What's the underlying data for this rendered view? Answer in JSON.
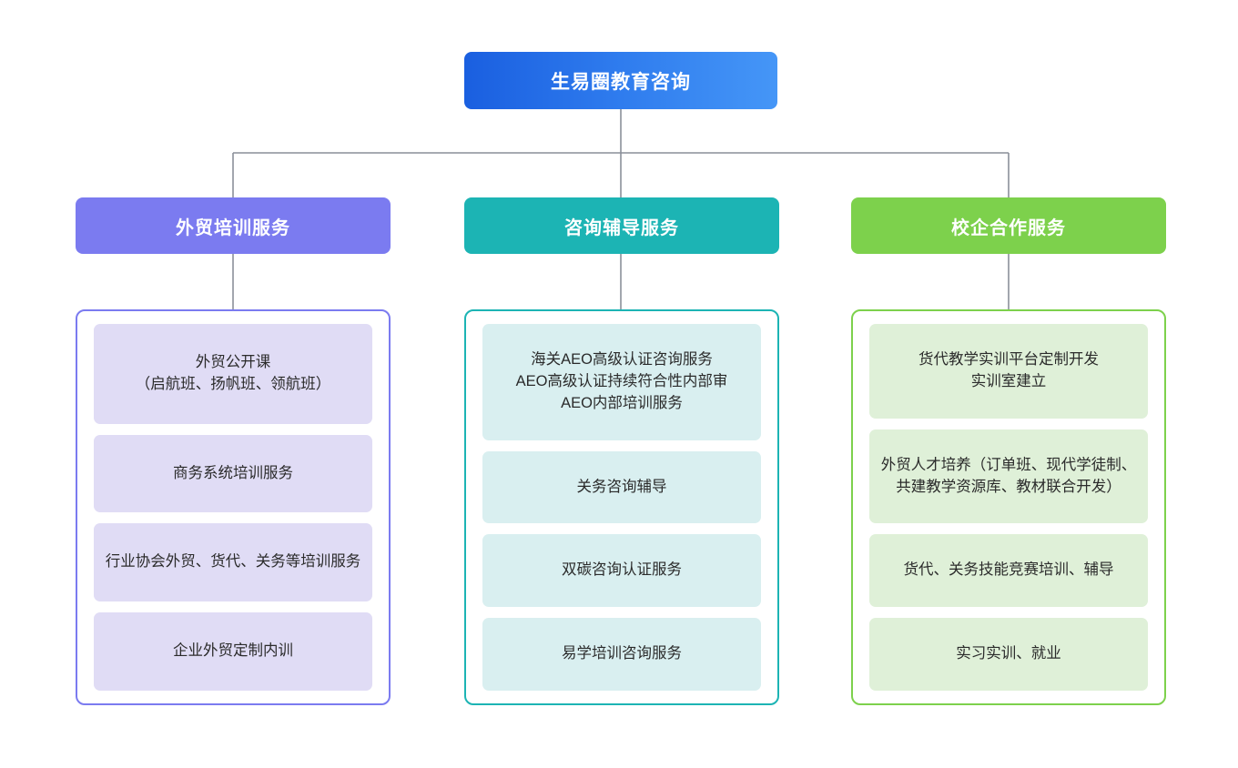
{
  "diagram": {
    "type": "organization-chart",
    "orientation": "top-down",
    "levels": 3,
    "connector_color": "#8a8f99"
  },
  "root": {
    "label": "生易圈教育咨询",
    "gradient_from": "#1a5fe0",
    "gradient_to": "#4596f7",
    "text_color": "#ffffff"
  },
  "branches": [
    {
      "id": "foreign-trade-training",
      "header": "外贸培训服务",
      "accent": "#7b7bf0",
      "card_bg": "#e0dcf5",
      "items": [
        "外贸公开课\n（启航班、扬帆班、领航班）",
        "商务系统培训服务",
        "行业协会外贸、货代、关务等培训服务",
        "企业外贸定制内训"
      ]
    },
    {
      "id": "consulting-tutoring",
      "header": "咨询辅导服务",
      "accent": "#1cb4b4",
      "card_bg": "#d9eff0",
      "items": [
        "海关AEO高级认证咨询服务\nAEO高级认证持续符合性内部审\nAEO内部培训服务",
        "关务咨询辅导",
        "双碳咨询认证服务",
        "易学培训咨询服务"
      ]
    },
    {
      "id": "school-enterprise-cooperation",
      "header": "校企合作服务",
      "accent": "#7dd14c",
      "card_bg": "#dff0d8",
      "items": [
        "货代教学实训平台定制开发\n实训室建立",
        "外贸人才培养（订单班、现代学徒制、共建教学资源库、教材联合开发）",
        "货代、关务技能竞赛培训、辅导",
        "实习实训、就业"
      ]
    }
  ]
}
